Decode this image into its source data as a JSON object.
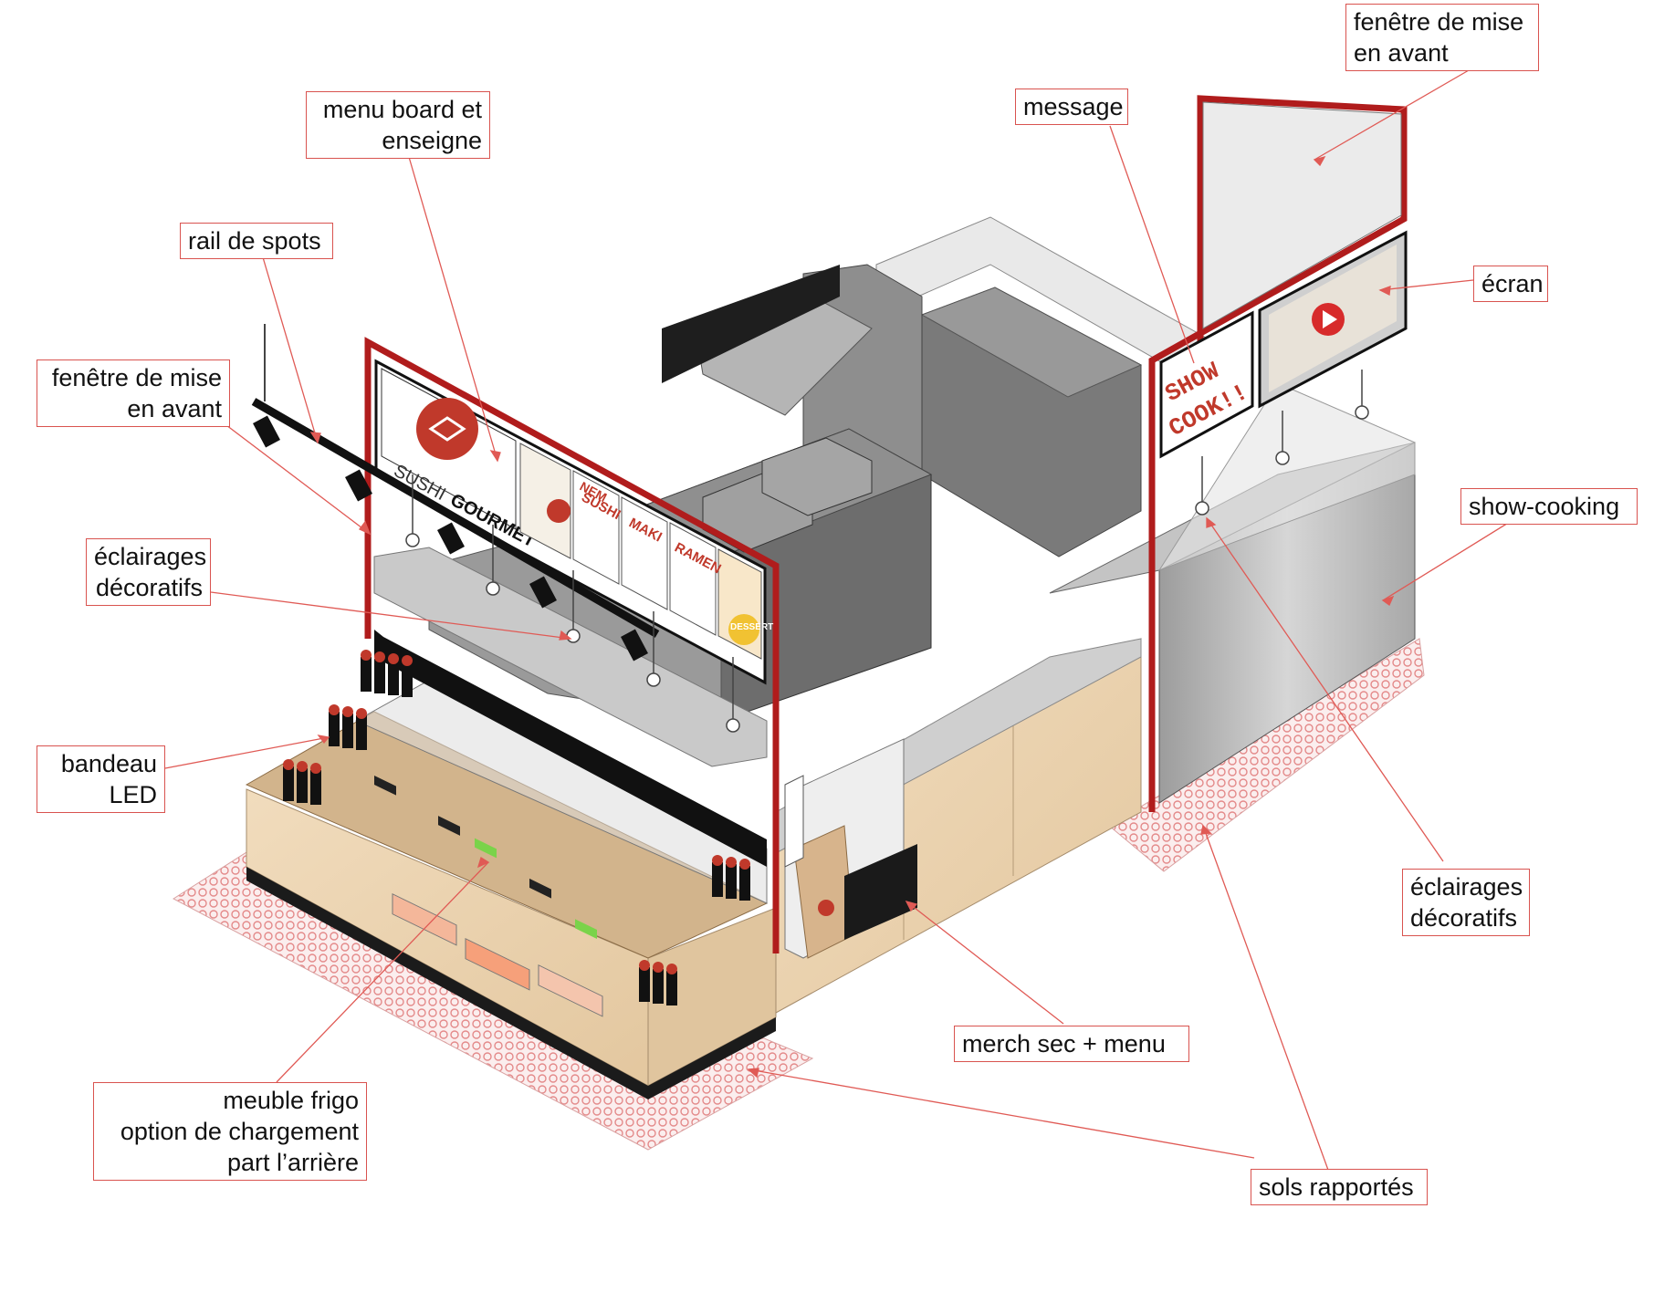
{
  "labels": {
    "menu_board": [
      "menu board et",
      "enseigne"
    ],
    "rail_spots": [
      "rail de spots"
    ],
    "fenetre_left": [
      "fenêtre de mise",
      "en avant"
    ],
    "eclairages_left": [
      "éclairages",
      "décoratifs"
    ],
    "bandeau_led": [
      "bandeau",
      "LED"
    ],
    "meuble_frigo": [
      "meuble frigo",
      "option de chargement",
      "part l’arrière"
    ],
    "message": [
      "message"
    ],
    "fenetre_right": [
      "fenêtre de mise",
      "en avant"
    ],
    "ecran": [
      "écran"
    ],
    "show_cooking": [
      "show-cooking"
    ],
    "eclairages_right": [
      "éclairages",
      "décoratifs"
    ],
    "merch": [
      "merch sec + menu"
    ],
    "sols": [
      "sols rapportés"
    ]
  },
  "signage": {
    "brand_light": "SUSHI",
    "brand_bold": "GOURMET",
    "menu_panels": [
      "NEM",
      "SUSHI",
      "MAKI",
      "RAMEN",
      "DESSERT"
    ],
    "message_text": [
      "SHOW",
      "COOK!!"
    ]
  },
  "colors": {
    "callout_border": "#d9534f",
    "leader_line": "#e05a55",
    "frame_red": "#b01c1c",
    "wood": "#ead2b0",
    "steel": "#b9b9b9",
    "floor_dots": "#e48a8a"
  },
  "icons": [
    "play-icon",
    "brand-logo-icon",
    "spot-light-icon",
    "pendant-lamp-icon"
  ]
}
